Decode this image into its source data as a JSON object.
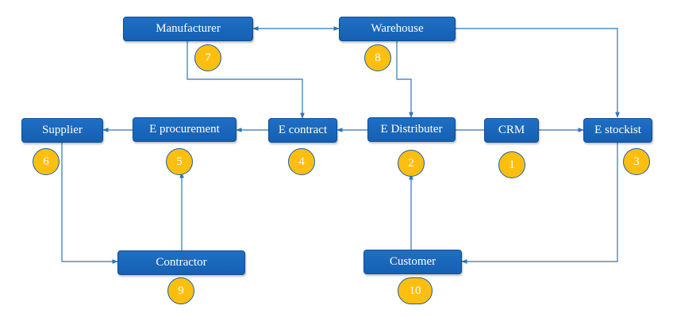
{
  "colors": {
    "node_fill": "#1f6fc4",
    "node_border": "#0f4d93",
    "badge_fill": "#fdbf0f",
    "connector": "#2e75b6"
  },
  "nodes": {
    "manufacturer": {
      "label": "Manufacturer",
      "number": "7"
    },
    "warehouse": {
      "label": "Warehouse",
      "number": "8"
    },
    "supplier": {
      "label": "Supplier",
      "number": "6"
    },
    "e_procurement": {
      "label": "E procurement",
      "number": "5"
    },
    "e_contract": {
      "label": "E contract",
      "number": "4"
    },
    "e_distributer": {
      "label": "E Distributer",
      "number": "2"
    },
    "crm": {
      "label": "CRM",
      "number": "1"
    },
    "e_stockist": {
      "label": "E stockist",
      "number": "3"
    },
    "contractor": {
      "label": "Contractor",
      "number": "9"
    },
    "customer": {
      "label": "Customer",
      "number": "10"
    }
  },
  "edges": [
    {
      "from": "manufacturer",
      "to": "warehouse",
      "direction": "both"
    },
    {
      "from": "warehouse",
      "to": "e_distributer",
      "direction": "forward"
    },
    {
      "from": "warehouse",
      "to": "e_stockist",
      "direction": "forward"
    },
    {
      "from": "manufacturer",
      "to": "e_contract",
      "direction": "forward"
    },
    {
      "from": "e_distributer",
      "to": "e_contract",
      "direction": "forward"
    },
    {
      "from": "crm",
      "to": "e_distributer",
      "direction": "none"
    },
    {
      "from": "crm",
      "to": "e_stockist",
      "direction": "forward"
    },
    {
      "from": "e_contract",
      "to": "e_procurement",
      "direction": "forward"
    },
    {
      "from": "e_procurement",
      "to": "supplier",
      "direction": "forward"
    },
    {
      "from": "supplier",
      "to": "contractor",
      "direction": "forward"
    },
    {
      "from": "contractor",
      "to": "e_procurement",
      "direction": "forward"
    },
    {
      "from": "customer",
      "to": "e_distributer",
      "direction": "forward"
    },
    {
      "from": "e_stockist",
      "to": "customer",
      "direction": "forward"
    }
  ]
}
